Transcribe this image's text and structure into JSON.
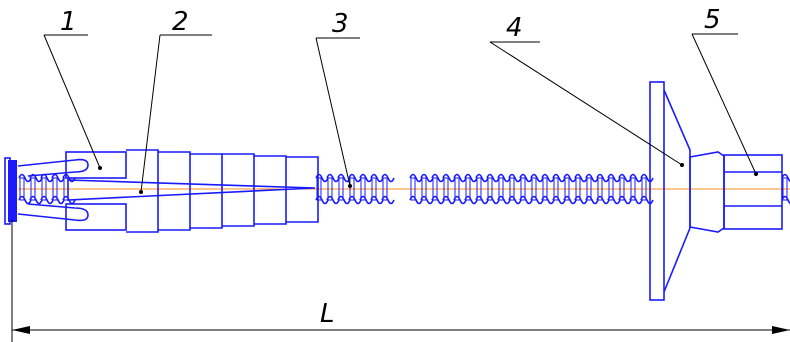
{
  "callouts": [
    {
      "label": "1"
    },
    {
      "label": "2"
    },
    {
      "label": "3"
    },
    {
      "label": "4"
    },
    {
      "label": "5"
    }
  ],
  "dimension": {
    "label": "L"
  },
  "colors": {
    "outline": "#1a1aff",
    "axis": "#ff8c1a",
    "leaders": "#000000"
  }
}
